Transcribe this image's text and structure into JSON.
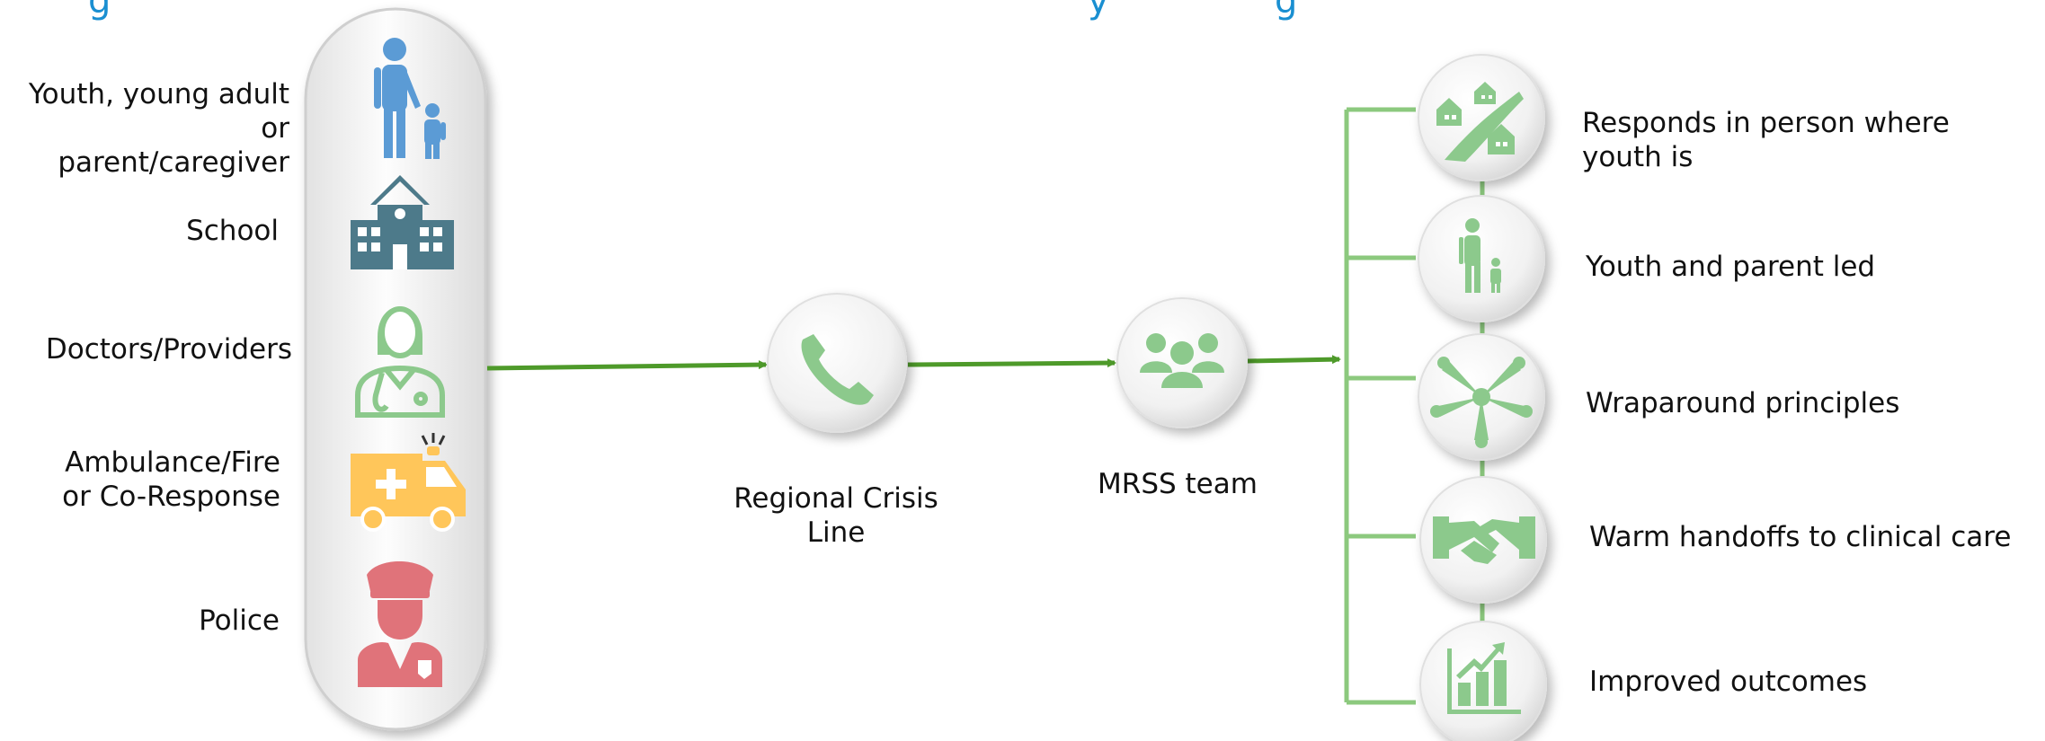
{
  "colors": {
    "title_blue": "#1a8fd1",
    "arrow_green": "#4e9a2a",
    "bracket_green": "#8cc97e",
    "icon_green": "#8cc98c",
    "person_blue": "#5b9bd5",
    "school_teal": "#4d7a8a",
    "ambulance_yellow": "#ffc65a",
    "police_red": "#e0737a"
  },
  "title_fragments": {
    "left": "g",
    "middle": "y",
    "right": "g"
  },
  "referral_sources": [
    {
      "label": "Youth, young adult or\nparent/caregiver",
      "icon": "adult-with-child-icon"
    },
    {
      "label": "School",
      "icon": "school-building-icon"
    },
    {
      "label": "Doctors/Providers",
      "icon": "doctor-icon"
    },
    {
      "label": "Ambulance/Fire\nor Co-Response",
      "icon": "ambulance-icon"
    },
    {
      "label": "Police",
      "icon": "police-officer-icon"
    }
  ],
  "crisis_line": {
    "label": "Regional Crisis\nLine",
    "icon": "phone-icon"
  },
  "mrss_team": {
    "label": "MRSS team",
    "icon": "team-icon"
  },
  "outcomes": [
    {
      "label": "Responds in person where youth is",
      "icon": "homes-road-icon"
    },
    {
      "label": "Youth and parent led",
      "icon": "adult-with-child-icon"
    },
    {
      "label": "Wraparound principles",
      "icon": "joined-hands-icon"
    },
    {
      "label": "Warm handoffs to clinical care",
      "icon": "handshake-icon"
    },
    {
      "label": "Improved outcomes",
      "icon": "growth-chart-icon"
    }
  ]
}
